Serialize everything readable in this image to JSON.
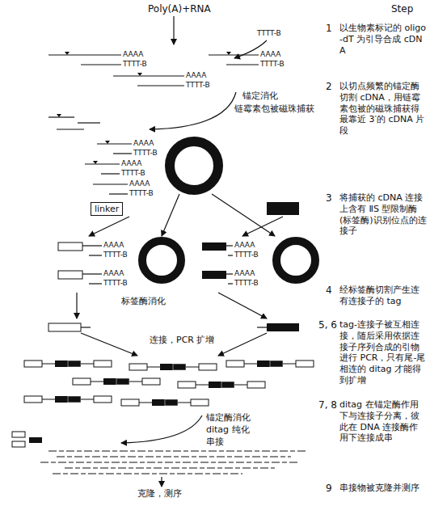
{
  "diagram": {
    "nodes": [
      {
        "text": [
          "linker"
        ]
      }
    ],
    "labels": [
      "Poly(A)+RNA",
      "TTTT-B",
      "Step",
      "1",
      "以生物素标记的 oligo-dT 为引导合成 cDNA",
      "AAAA",
      "TTTT-B",
      "AAAA",
      "TTTT-B",
      "AAAA",
      "TTTT-B",
      "2",
      "以切点频繁的锚定酶切割 cDNA，用链霉素包被的磁珠捕获得最靠近 3′的 cDNA 片段",
      "锚定消化",
      "链霉素包被磁珠捕获",
      "AAAA",
      "TTTT-B",
      "AAAA",
      "TTTT-B",
      "AAAA",
      "TTTT-B",
      "3",
      "将捕获的 cDNA 连接上含有 ⅡS 型限制酶(标签酶)识别位点的连接子",
      "AAAA",
      "TTTT-B",
      "AAAA",
      "TTTT-B",
      "AAAA",
      "TTTT-B",
      "AAAA",
      "TTTT-B",
      "标签酶消化",
      "4",
      "经标签酶切割产生连有连接子的 tag",
      "连接，PCR 扩增",
      "5, 6",
      "tag-连接子被互相连接，随后采用依据连接子序列合成的引物进行 PCR，只有尾-尾相连的 ditag 才能得到扩增",
      "锚定酶消化",
      "ditag 纯化",
      "串接",
      "7, 8",
      "ditag 在锚定酶作用下与连接子分离，彼此在 DNA 连接酶作用下连接成串",
      "克隆，测序",
      "9",
      "串接物被克隆并测序"
    ]
  }
}
